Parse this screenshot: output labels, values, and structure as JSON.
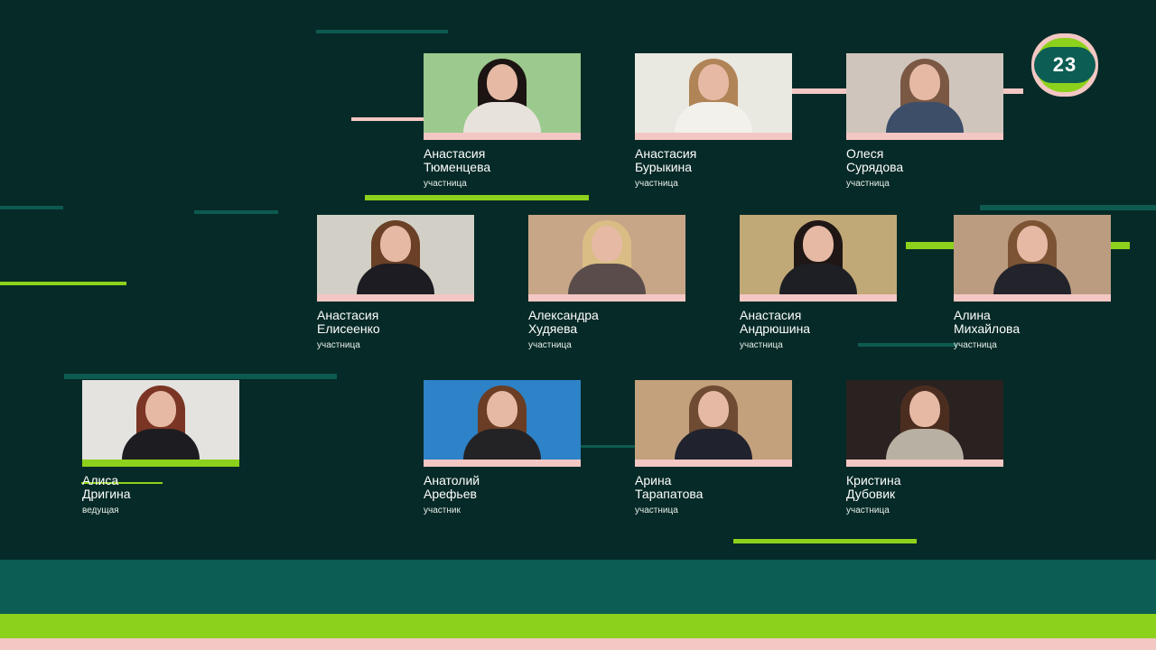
{
  "logo": {
    "text": "23"
  },
  "participants": [
    {
      "first": "Анастасия",
      "last": "Тюменцева",
      "role": "участница"
    },
    {
      "first": "Анастасия",
      "last": "Бурыкина",
      "role": "участница"
    },
    {
      "first": "Олеся",
      "last": "Сурядова",
      "role": "участница"
    },
    {
      "first": "Анастасия",
      "last": "Елисеенко",
      "role": "участница"
    },
    {
      "first": "Александра",
      "last": "Худяева",
      "role": "участница"
    },
    {
      "first": "Анастасия",
      "last": "Андрюшина",
      "role": "участница"
    },
    {
      "first": "Алина",
      "last": "Михайлова",
      "role": "участница"
    },
    {
      "first": "Анатолий",
      "last": "Арефьев",
      "role": "участник"
    },
    {
      "first": "Арина",
      "last": "Тарапатова",
      "role": "участница"
    },
    {
      "first": "Кристина",
      "last": "Дубовик",
      "role": "участница"
    }
  ],
  "host": {
    "first": "Алиса",
    "last": "Дригина",
    "role": "ведущая"
  },
  "colors": {
    "background": "#062a27",
    "accent_green": "#8cd11b",
    "accent_pink": "#f3c7c3",
    "teal": "#0c5d54"
  }
}
